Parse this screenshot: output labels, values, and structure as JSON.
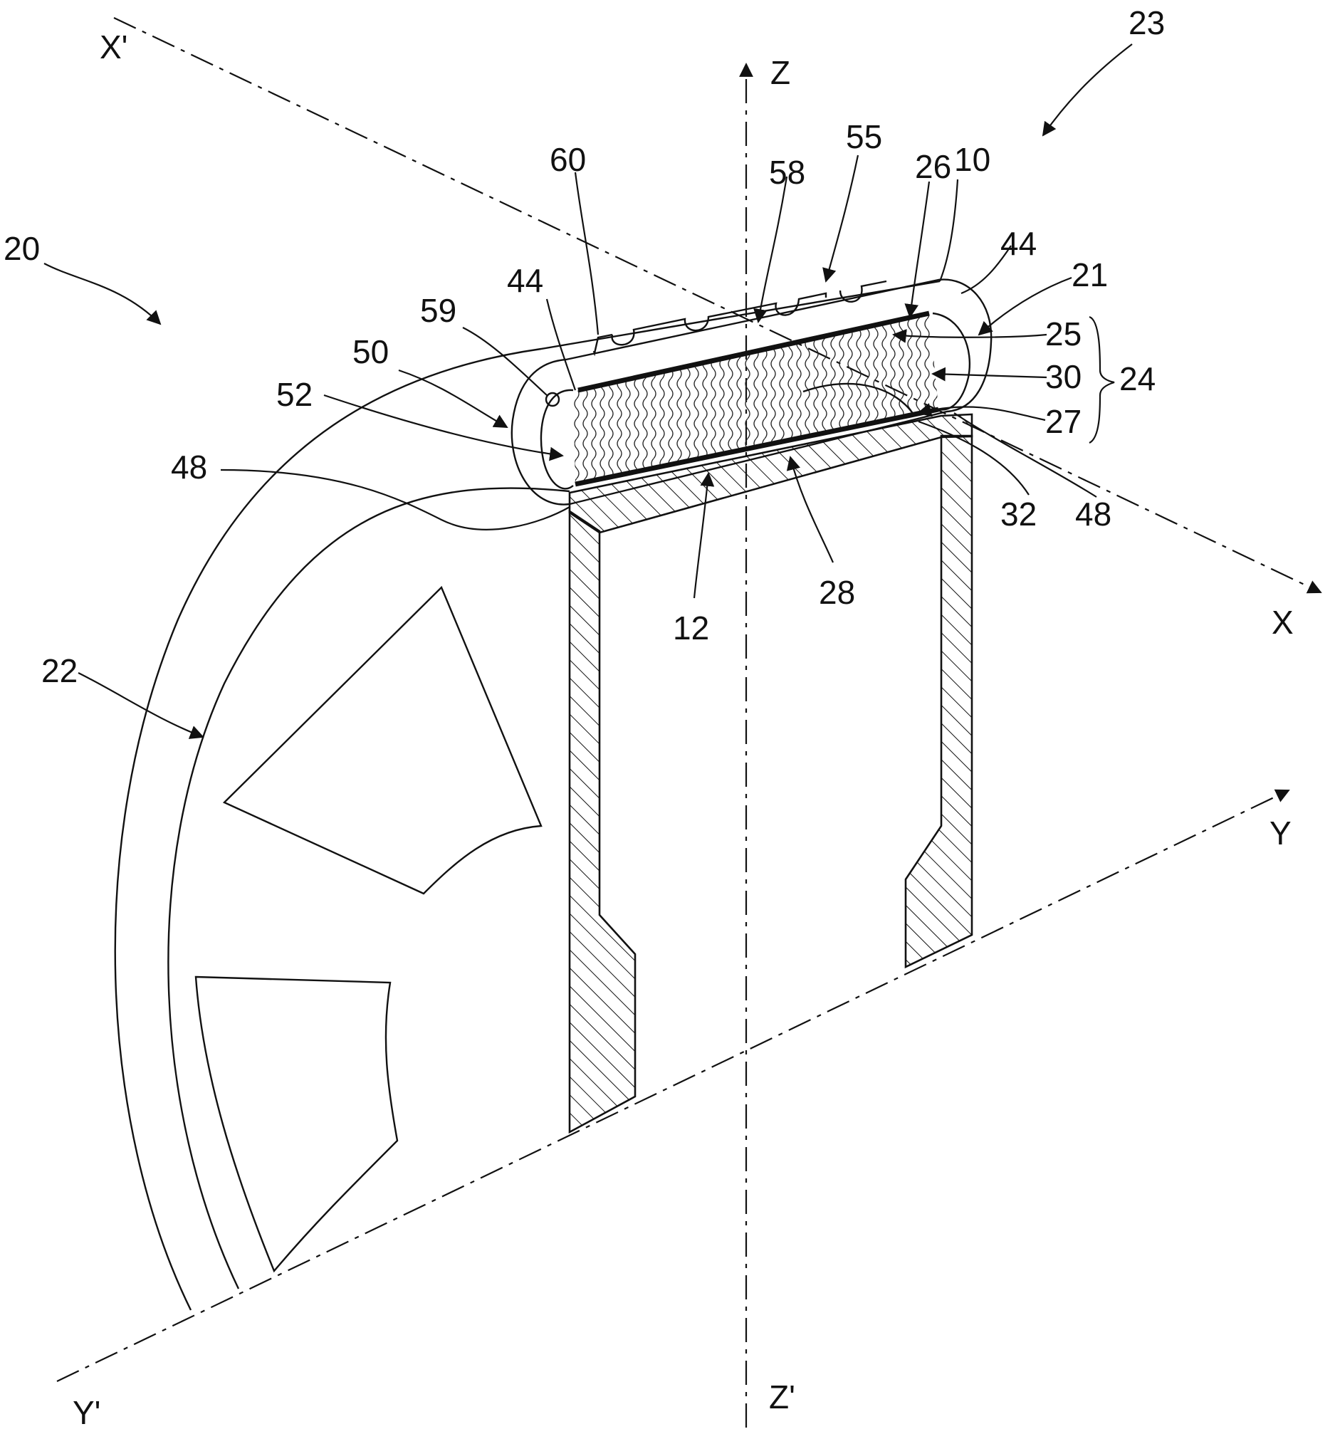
{
  "figure": {
    "axis_labels": {
      "x": "X",
      "x_prime": "X'",
      "y": "Y",
      "y_prime": "Y'",
      "z": "Z",
      "z_prime": "Z'"
    },
    "reference_numerals": {
      "n20": "20",
      "n23": "23",
      "n60": "60",
      "n58": "58",
      "n55": "55",
      "n26": "26",
      "n10": "10",
      "n44_right": "44",
      "n21": "21",
      "n25": "25",
      "n30": "30",
      "n27": "27",
      "n24": "24",
      "n59": "59",
      "n44_left": "44",
      "n50": "50",
      "n52": "52",
      "n48_left": "48",
      "n32": "32",
      "n48_right": "48",
      "n28": "28",
      "n12": "12",
      "n22": "22"
    }
  }
}
